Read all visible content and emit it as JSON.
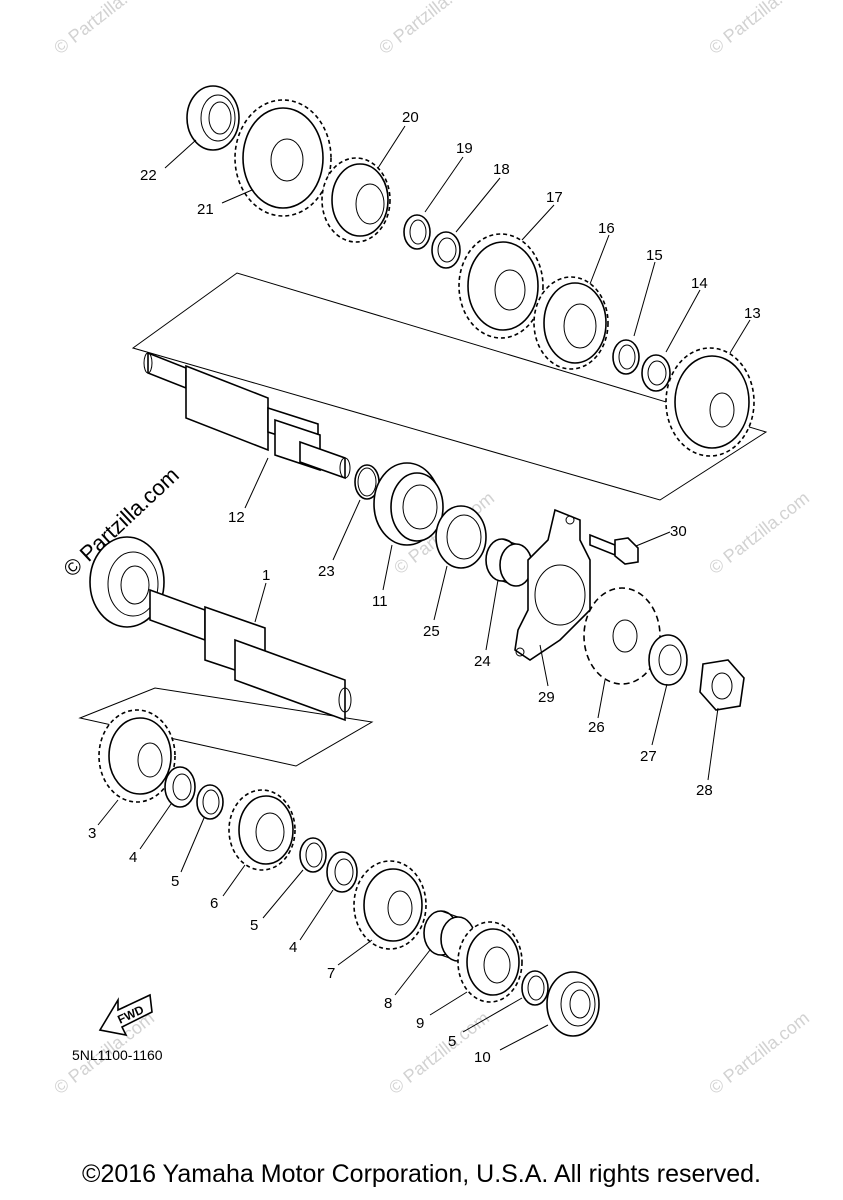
{
  "diagram": {
    "callouts": [
      {
        "id": "22",
        "label": "22"
      },
      {
        "id": "21",
        "label": "21"
      },
      {
        "id": "20",
        "label": "20"
      },
      {
        "id": "19",
        "label": "19"
      },
      {
        "id": "18",
        "label": "18"
      },
      {
        "id": "17",
        "label": "17"
      },
      {
        "id": "16",
        "label": "16"
      },
      {
        "id": "15",
        "label": "15"
      },
      {
        "id": "14",
        "label": "14"
      },
      {
        "id": "13",
        "label": "13"
      },
      {
        "id": "12",
        "label": "12"
      },
      {
        "id": "23",
        "label": "23"
      },
      {
        "id": "11",
        "label": "11"
      },
      {
        "id": "25",
        "label": "25"
      },
      {
        "id": "24",
        "label": "24"
      },
      {
        "id": "30",
        "label": "30"
      },
      {
        "id": "29",
        "label": "29"
      },
      {
        "id": "26",
        "label": "26"
      },
      {
        "id": "27",
        "label": "27"
      },
      {
        "id": "28",
        "label": "28"
      },
      {
        "id": "1",
        "label": "1"
      },
      {
        "id": "3",
        "label": "3"
      },
      {
        "id": "4a",
        "label": "4"
      },
      {
        "id": "5a",
        "label": "5"
      },
      {
        "id": "6",
        "label": "6"
      },
      {
        "id": "5b",
        "label": "5"
      },
      {
        "id": "4b",
        "label": "4"
      },
      {
        "id": "7",
        "label": "7"
      },
      {
        "id": "8",
        "label": "8"
      },
      {
        "id": "9",
        "label": "9"
      },
      {
        "id": "5c",
        "label": "5"
      },
      {
        "id": "10",
        "label": "10"
      }
    ],
    "direction_label": "FWD",
    "part_code": "5NL1100-1160",
    "brand_mark": "© Partzilla.com",
    "watermark": "© Partzilla.com"
  },
  "footer": {
    "copyright": "©2016 Yamaha Motor Corporation, U.S.A. All rights reserved."
  }
}
